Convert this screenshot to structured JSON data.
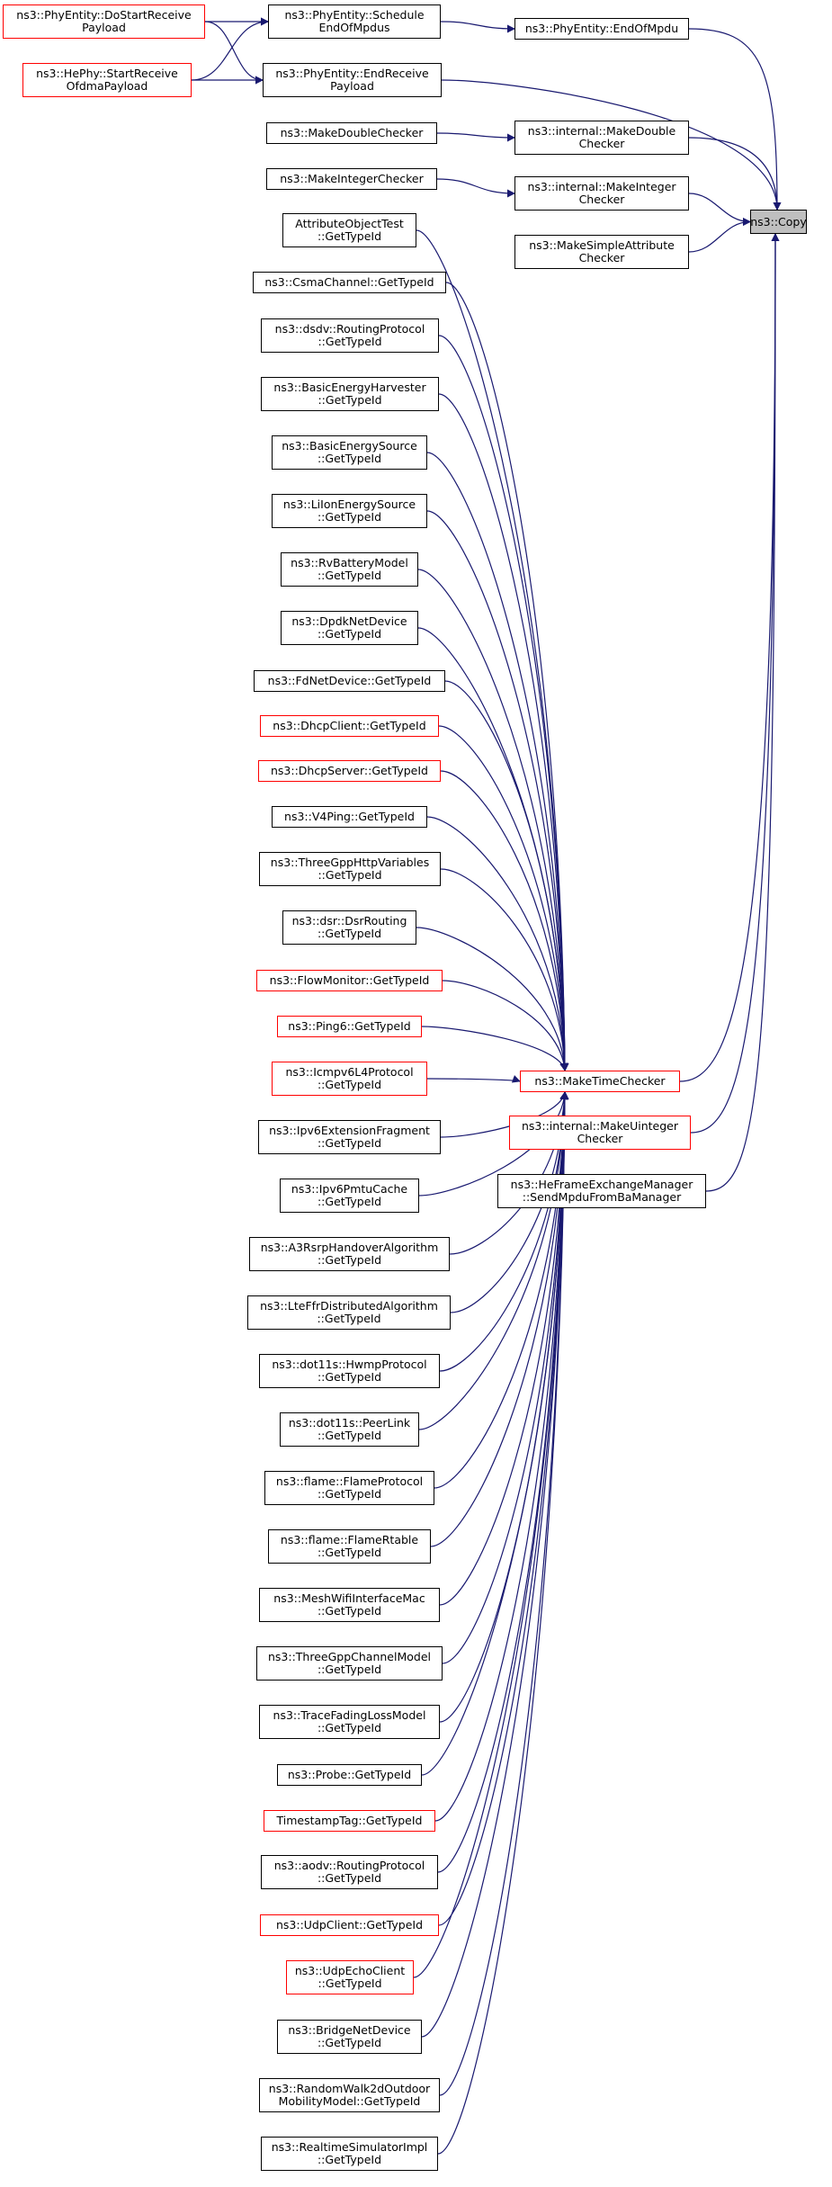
{
  "diagram": {
    "colors": {
      "edge": "#191970",
      "normal_border": "#000000",
      "red_border": "#ff0000",
      "highlight_fill": "#bfbfbf"
    },
    "nodes": [
      {
        "id": "copy",
        "lines": [
          "ns3::Copy"
        ],
        "style": "highlight"
      },
      {
        "id": "phy_endofmpdu",
        "lines": [
          "ns3::PhyEntity::EndOfMpdu"
        ],
        "style": "normal"
      },
      {
        "id": "phy_schedule",
        "lines": [
          "ns3::PhyEntity::Schedule",
          "EndOfMpdus"
        ],
        "style": "normal"
      },
      {
        "id": "phy_dostart",
        "lines": [
          "ns3::PhyEntity::DoStartReceive",
          "Payload"
        ],
        "style": "red"
      },
      {
        "id": "hephy_start",
        "lines": [
          "ns3::HePhy::StartReceive",
          "OfdmaPayload"
        ],
        "style": "red"
      },
      {
        "id": "phy_endreceive",
        "lines": [
          "ns3::PhyEntity::EndReceive",
          "Payload"
        ],
        "style": "normal"
      },
      {
        "id": "internal_double",
        "lines": [
          "ns3::internal::MakeDouble",
          "Checker"
        ],
        "style": "normal"
      },
      {
        "id": "make_double",
        "lines": [
          "ns3::MakeDoubleChecker"
        ],
        "style": "normal"
      },
      {
        "id": "internal_integer",
        "lines": [
          "ns3::internal::MakeInteger",
          "Checker"
        ],
        "style": "normal"
      },
      {
        "id": "make_integer",
        "lines": [
          "ns3::MakeIntegerChecker"
        ],
        "style": "normal"
      },
      {
        "id": "make_simple",
        "lines": [
          "ns3::MakeSimpleAttribute",
          "Checker"
        ],
        "style": "normal"
      },
      {
        "id": "make_time",
        "lines": [
          "ns3::MakeTimeChecker"
        ],
        "style": "red"
      },
      {
        "id": "internal_uinteger",
        "lines": [
          "ns3::internal::MakeUinteger",
          "Checker"
        ],
        "style": "red"
      },
      {
        "id": "he_frame",
        "lines": [
          "ns3::HeFrameExchangeManager",
          "::SendMpduFromBaManager"
        ],
        "style": "normal"
      },
      {
        "id": "c01",
        "lines": [
          "AttributeObjectTest",
          "::GetTypeId"
        ],
        "style": "normal"
      },
      {
        "id": "c02",
        "lines": [
          "ns3::CsmaChannel::GetTypeId"
        ],
        "style": "normal"
      },
      {
        "id": "c03",
        "lines": [
          "ns3::dsdv::RoutingProtocol",
          "::GetTypeId"
        ],
        "style": "normal"
      },
      {
        "id": "c04",
        "lines": [
          "ns3::BasicEnergyHarvester",
          "::GetTypeId"
        ],
        "style": "normal"
      },
      {
        "id": "c05",
        "lines": [
          "ns3::BasicEnergySource",
          "::GetTypeId"
        ],
        "style": "normal"
      },
      {
        "id": "c06",
        "lines": [
          "ns3::LiIonEnergySource",
          "::GetTypeId"
        ],
        "style": "normal"
      },
      {
        "id": "c07",
        "lines": [
          "ns3::RvBatteryModel",
          "::GetTypeId"
        ],
        "style": "normal"
      },
      {
        "id": "c08",
        "lines": [
          "ns3::DpdkNetDevice",
          "::GetTypeId"
        ],
        "style": "normal"
      },
      {
        "id": "c09",
        "lines": [
          "ns3::FdNetDevice::GetTypeId"
        ],
        "style": "normal"
      },
      {
        "id": "c10",
        "lines": [
          "ns3::DhcpClient::GetTypeId"
        ],
        "style": "red"
      },
      {
        "id": "c11",
        "lines": [
          "ns3::DhcpServer::GetTypeId"
        ],
        "style": "red"
      },
      {
        "id": "c12",
        "lines": [
          "ns3::V4Ping::GetTypeId"
        ],
        "style": "normal"
      },
      {
        "id": "c13",
        "lines": [
          "ns3::ThreeGppHttpVariables",
          "::GetTypeId"
        ],
        "style": "normal"
      },
      {
        "id": "c14",
        "lines": [
          "ns3::dsr::DsrRouting",
          "::GetTypeId"
        ],
        "style": "normal"
      },
      {
        "id": "c15",
        "lines": [
          "ns3::FlowMonitor::GetTypeId"
        ],
        "style": "red"
      },
      {
        "id": "c16",
        "lines": [
          "ns3::Ping6::GetTypeId"
        ],
        "style": "red"
      },
      {
        "id": "c17",
        "lines": [
          "ns3::Icmpv6L4Protocol",
          "::GetTypeId"
        ],
        "style": "red"
      },
      {
        "id": "c18",
        "lines": [
          "ns3::Ipv6ExtensionFragment",
          "::GetTypeId"
        ],
        "style": "normal"
      },
      {
        "id": "c19",
        "lines": [
          "ns3::Ipv6PmtuCache",
          "::GetTypeId"
        ],
        "style": "normal"
      },
      {
        "id": "c20",
        "lines": [
          "ns3::A3RsrpHandoverAlgorithm",
          "::GetTypeId"
        ],
        "style": "normal"
      },
      {
        "id": "c21",
        "lines": [
          "ns3::LteFfrDistributedAlgorithm",
          "::GetTypeId"
        ],
        "style": "normal"
      },
      {
        "id": "c22",
        "lines": [
          "ns3::dot11s::HwmpProtocol",
          "::GetTypeId"
        ],
        "style": "normal"
      },
      {
        "id": "c23",
        "lines": [
          "ns3::dot11s::PeerLink",
          "::GetTypeId"
        ],
        "style": "normal"
      },
      {
        "id": "c24",
        "lines": [
          "ns3::flame::FlameProtocol",
          "::GetTypeId"
        ],
        "style": "normal"
      },
      {
        "id": "c25",
        "lines": [
          "ns3::flame::FlameRtable",
          "::GetTypeId"
        ],
        "style": "normal"
      },
      {
        "id": "c26",
        "lines": [
          "ns3::MeshWifiInterfaceMac",
          "::GetTypeId"
        ],
        "style": "normal"
      },
      {
        "id": "c27",
        "lines": [
          "ns3::ThreeGppChannelModel",
          "::GetTypeId"
        ],
        "style": "normal"
      },
      {
        "id": "c28",
        "lines": [
          "ns3::TraceFadingLossModel",
          "::GetTypeId"
        ],
        "style": "normal"
      },
      {
        "id": "c29",
        "lines": [
          "ns3::Probe::GetTypeId"
        ],
        "style": "normal"
      },
      {
        "id": "c30",
        "lines": [
          "TimestampTag::GetTypeId"
        ],
        "style": "red"
      },
      {
        "id": "c31",
        "lines": [
          "ns3::aodv::RoutingProtocol",
          "::GetTypeId"
        ],
        "style": "normal"
      },
      {
        "id": "c32",
        "lines": [
          "ns3::UdpClient::GetTypeId"
        ],
        "style": "red"
      },
      {
        "id": "c33",
        "lines": [
          "ns3::UdpEchoClient",
          "::GetTypeId"
        ],
        "style": "red"
      },
      {
        "id": "c34",
        "lines": [
          "ns3::BridgeNetDevice",
          "::GetTypeId"
        ],
        "style": "normal"
      },
      {
        "id": "c35",
        "lines": [
          "ns3::RandomWalk2dOutdoor",
          "MobilityModel::GetTypeId"
        ],
        "style": "normal"
      },
      {
        "id": "c36",
        "lines": [
          "ns3::RealtimeSimulatorImpl",
          "::GetTypeId"
        ],
        "style": "normal"
      }
    ],
    "edges": [
      [
        "phy_dostart",
        "phy_schedule"
      ],
      [
        "hephy_start",
        "phy_schedule"
      ],
      [
        "phy_dostart",
        "phy_endreceive"
      ],
      [
        "hephy_start",
        "phy_endreceive"
      ],
      [
        "phy_schedule",
        "phy_endofmpdu"
      ],
      [
        "phy_endofmpdu",
        "copy"
      ],
      [
        "phy_endreceive",
        "copy"
      ],
      [
        "make_double",
        "internal_double"
      ],
      [
        "internal_double",
        "copy"
      ],
      [
        "make_integer",
        "internal_integer"
      ],
      [
        "internal_integer",
        "copy"
      ],
      [
        "make_simple",
        "copy"
      ],
      [
        "make_time",
        "copy"
      ],
      [
        "internal_uinteger",
        "copy"
      ],
      [
        "he_frame",
        "copy"
      ],
      [
        "c01",
        "make_time"
      ],
      [
        "c02",
        "make_time"
      ],
      [
        "c03",
        "make_time"
      ],
      [
        "c04",
        "make_time"
      ],
      [
        "c05",
        "make_time"
      ],
      [
        "c06",
        "make_time"
      ],
      [
        "c07",
        "make_time"
      ],
      [
        "c08",
        "make_time"
      ],
      [
        "c09",
        "make_time"
      ],
      [
        "c10",
        "make_time"
      ],
      [
        "c11",
        "make_time"
      ],
      [
        "c12",
        "make_time"
      ],
      [
        "c13",
        "make_time"
      ],
      [
        "c14",
        "make_time"
      ],
      [
        "c15",
        "make_time"
      ],
      [
        "c16",
        "make_time"
      ],
      [
        "c17",
        "make_time"
      ],
      [
        "c18",
        "make_time"
      ],
      [
        "c19",
        "make_time"
      ],
      [
        "c20",
        "make_time"
      ],
      [
        "c21",
        "make_time"
      ],
      [
        "c22",
        "make_time"
      ],
      [
        "c23",
        "make_time"
      ],
      [
        "c24",
        "make_time"
      ],
      [
        "c25",
        "make_time"
      ],
      [
        "c26",
        "make_time"
      ],
      [
        "c27",
        "make_time"
      ],
      [
        "c28",
        "make_time"
      ],
      [
        "c29",
        "make_time"
      ],
      [
        "c30",
        "make_time"
      ],
      [
        "c31",
        "make_time"
      ],
      [
        "c32",
        "make_time"
      ],
      [
        "c33",
        "make_time"
      ],
      [
        "c34",
        "make_time"
      ],
      [
        "c35",
        "make_time"
      ],
      [
        "c36",
        "make_time"
      ]
    ]
  }
}
